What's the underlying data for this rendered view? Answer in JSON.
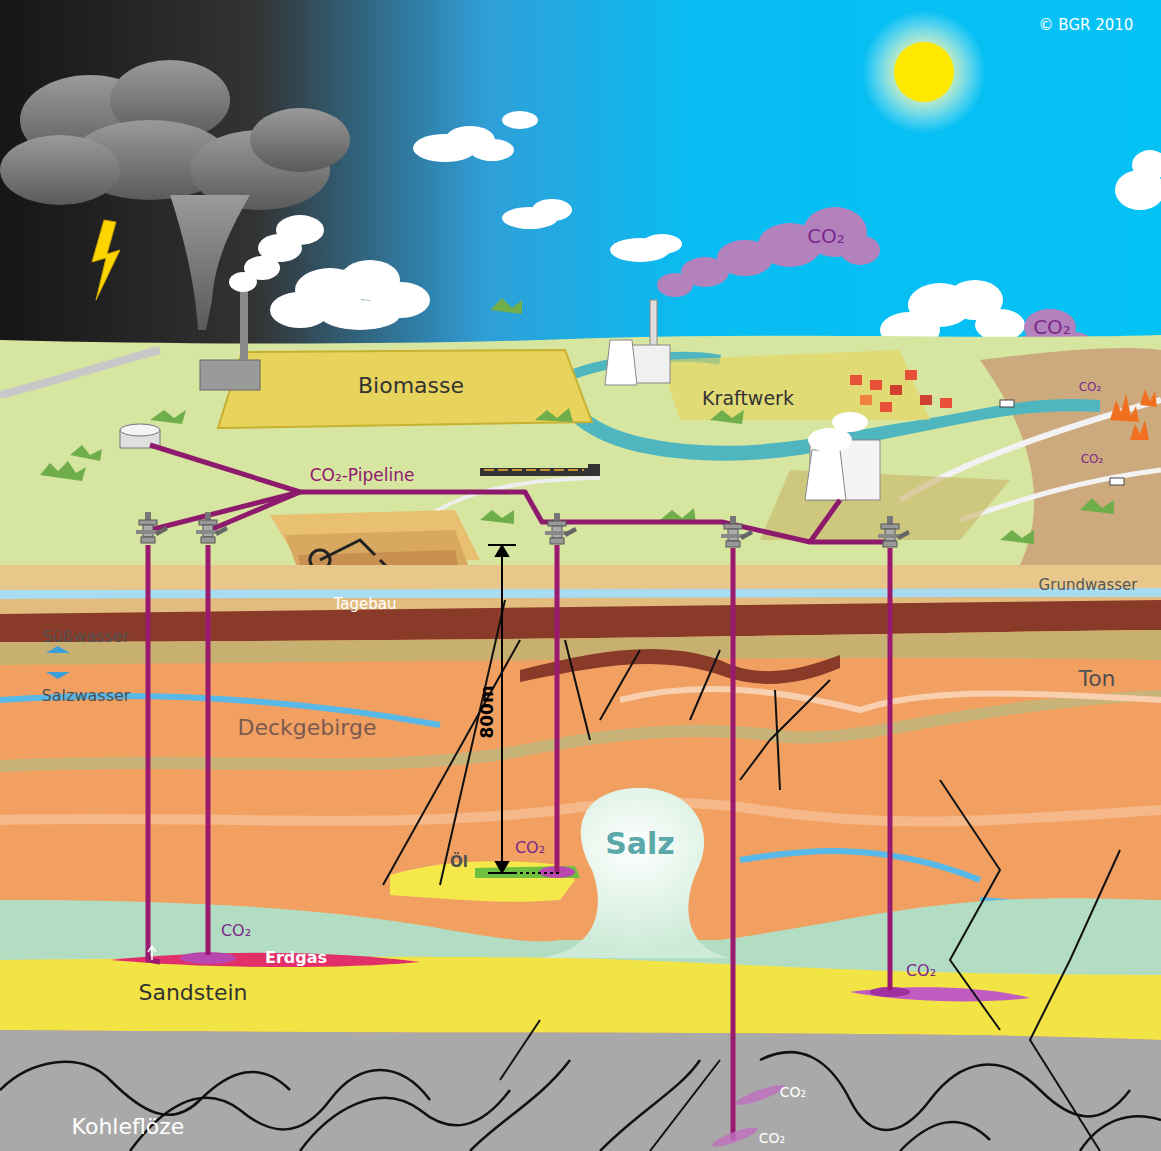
{
  "diagram": {
    "labels": [
      "© BGR 2010",
      "CO₂",
      "CO₂",
      "CO₂",
      "CO₂",
      "Biomasse",
      "Kraftwerk",
      "CO₂-Pipeline",
      "Tagebau",
      "Grundwasser",
      "Süßwasser",
      "Salzwasser",
      "Ton",
      "Deckgebirge",
      "800m",
      "Öl",
      "CO₂",
      "Salz",
      "CO₂",
      "Erdgas",
      "Sandstein",
      "CO₂",
      "CO₂",
      "CO₂",
      "Kohleflöze"
    ]
  }
}
